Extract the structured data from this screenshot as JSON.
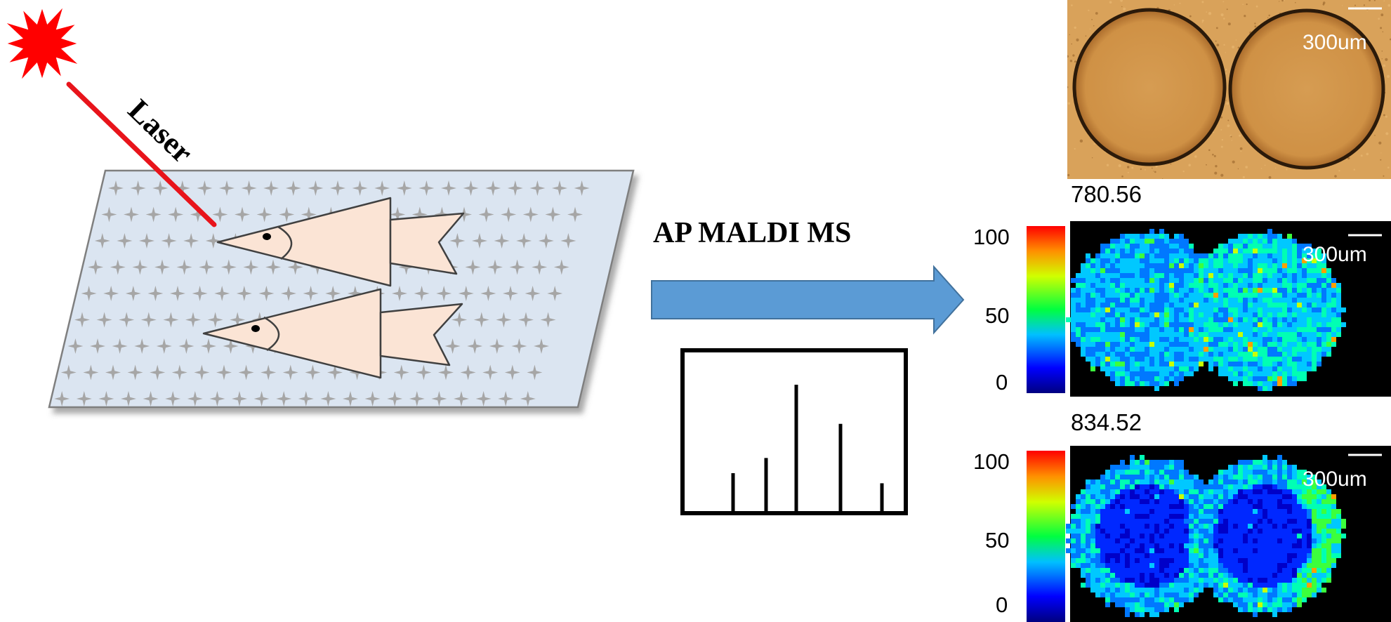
{
  "laser": {
    "label": "Laser",
    "burst_color": "#ff0000",
    "beam_color": "#e8141b"
  },
  "plate": {
    "fill": "#dbe5f1",
    "cross_color": "#a6a6a6"
  },
  "fish": {
    "fill": "#fbe4d5",
    "count": 2
  },
  "method": {
    "label": "AP MALDI MS",
    "arrow_color": "#5b9bd5"
  },
  "spectrum": {
    "peak_heights": [
      0.3,
      0.42,
      1.0,
      0.69,
      0.22
    ]
  },
  "optical_image": {
    "scale_label": "300um",
    "background": "#d9a25a"
  },
  "ms_images": [
    {
      "mz_label": "780.56",
      "scale_label": "300um",
      "colorbar_ticks": [
        "100",
        "50",
        "0"
      ]
    },
    {
      "mz_label": "834.52",
      "scale_label": "300um",
      "colorbar_ticks": [
        "100",
        "50",
        "0"
      ]
    }
  ]
}
